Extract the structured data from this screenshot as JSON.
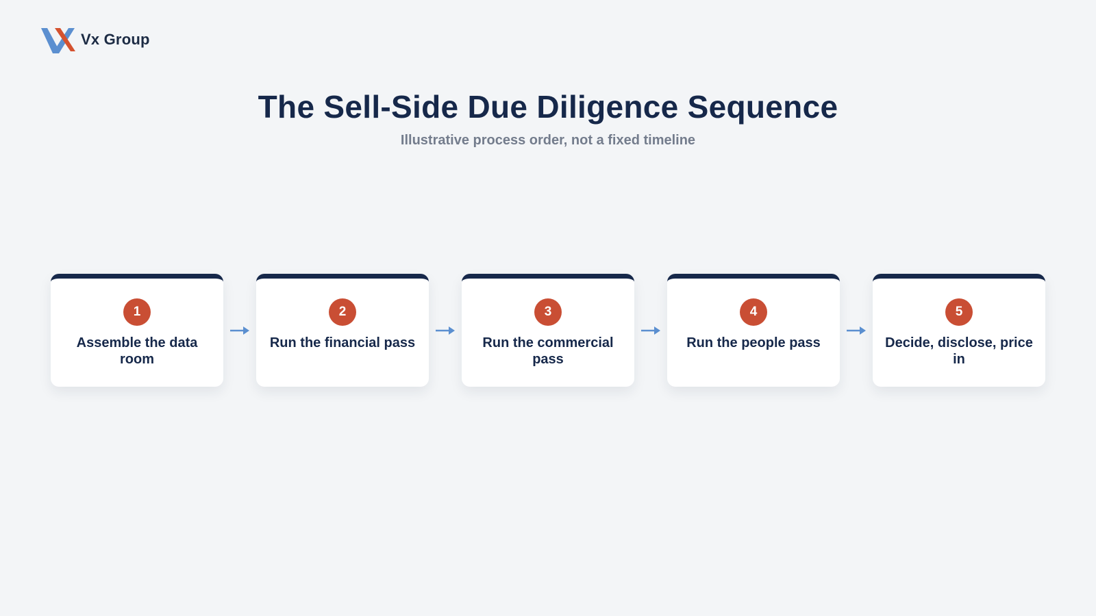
{
  "brand": {
    "name": "Vx Group",
    "colors": {
      "blue": "#5b8fd0",
      "orange": "#d4522f",
      "navy": "#16284a"
    }
  },
  "header": {
    "title": "The Sell-Side Due Diligence Sequence",
    "subtitle": "Illustrative process order, not a fixed timeline"
  },
  "steps": [
    {
      "number": "1",
      "label": "Assemble the data room"
    },
    {
      "number": "2",
      "label": "Run the financial pass"
    },
    {
      "number": "3",
      "label": "Run the commercial pass"
    },
    {
      "number": "4",
      "label": "Run the people pass"
    },
    {
      "number": "5",
      "label": "Decide, disclose, price in"
    }
  ],
  "theme": {
    "background": "#f3f5f7",
    "card_top_border": "#16284a",
    "badge": "#c94e34",
    "arrow": "#5b8fd0"
  }
}
